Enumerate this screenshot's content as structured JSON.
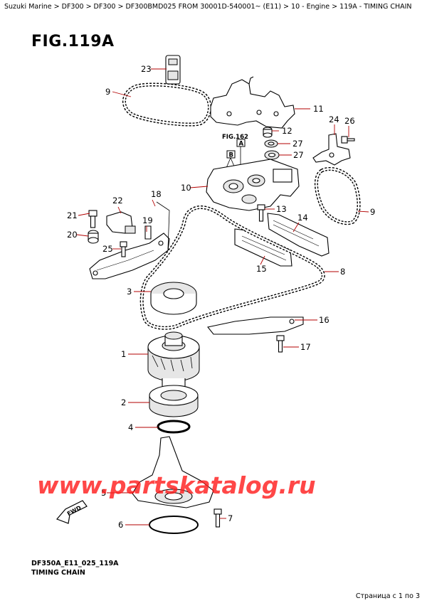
{
  "breadcrumb": "Suzuki Marine > DF300 > DF300 > DF300BMD025 FROM 30001D-540001~ (E11) > 10 - Engine > 119A - TIMING CHAIN",
  "figure_title": "FIG.119A",
  "ref_label": "FIG.162",
  "ref_box_a": "A",
  "ref_box_b": "B",
  "callouts": {
    "c1": "1",
    "c2": "2",
    "c3": "3",
    "c4": "4",
    "c5": "5",
    "c6": "6",
    "c7": "7",
    "c8": "8",
    "c9a": "9",
    "c9b": "9",
    "c10": "10",
    "c11": "11",
    "c12": "12",
    "c13": "13",
    "c14": "14",
    "c15": "15",
    "c16": "16",
    "c17": "17",
    "c18": "18",
    "c19": "19",
    "c20": "20",
    "c21": "21",
    "c22": "22",
    "c23": "23",
    "c24": "24",
    "c25": "25",
    "c26": "26",
    "c27a": "27",
    "c27b": "27"
  },
  "fwd_label": "FWD",
  "watermark": "www.partskatalog.ru",
  "footer_code": "DF350A_E11_025_119A",
  "footer_caption": "TIMING CHAIN",
  "page_counter": "Страница с 1 по 3",
  "colors": {
    "leader_line": "#b30000",
    "watermark": "#ff1a1a"
  }
}
